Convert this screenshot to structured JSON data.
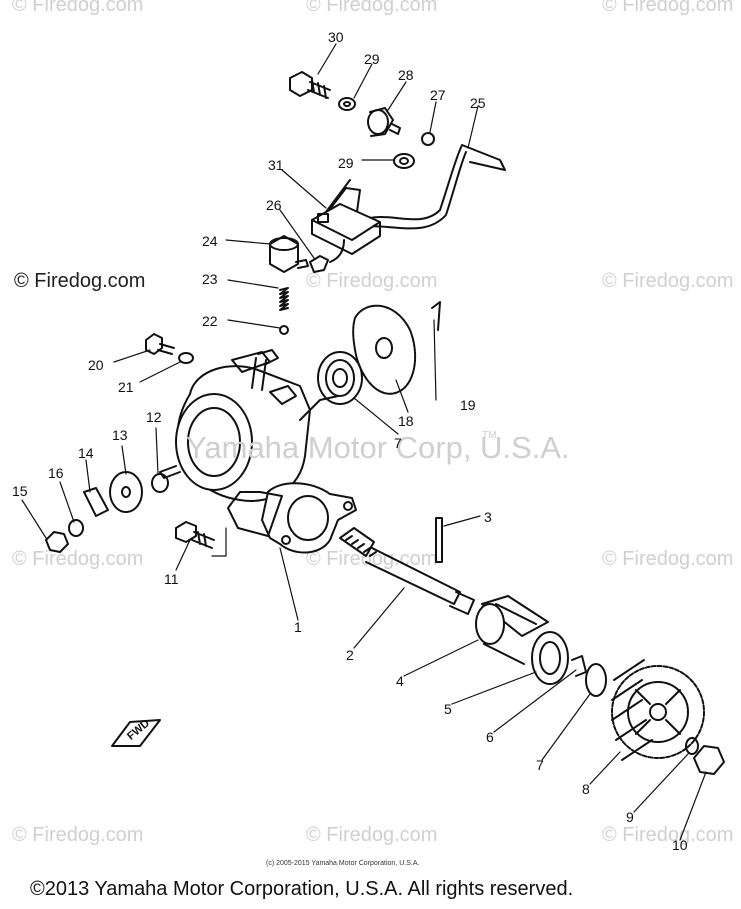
{
  "watermarks": {
    "faint": "© Firedog.com",
    "dark": "© Firedog.com",
    "trademark": "Yamaha Motor Corp, U.S.A.",
    "tm": "TM"
  },
  "copyright_small": "(c) 2005-2015 Yamaha Motor Corporation, U.S.A.",
  "footer": "©2013 Yamaha Motor Corporation, U.S.A. All rights reserved.",
  "direction_label": "FWD",
  "callouts": [
    "30",
    "29",
    "28",
    "27",
    "25",
    "29",
    "31",
    "26",
    "24",
    "23",
    "22",
    "19",
    "18",
    "7",
    "20",
    "21",
    "12",
    "13",
    "14",
    "16",
    "15",
    "11",
    "3",
    "2",
    "4",
    "5",
    "6",
    "7",
    "8",
    "9",
    "10",
    "1"
  ]
}
